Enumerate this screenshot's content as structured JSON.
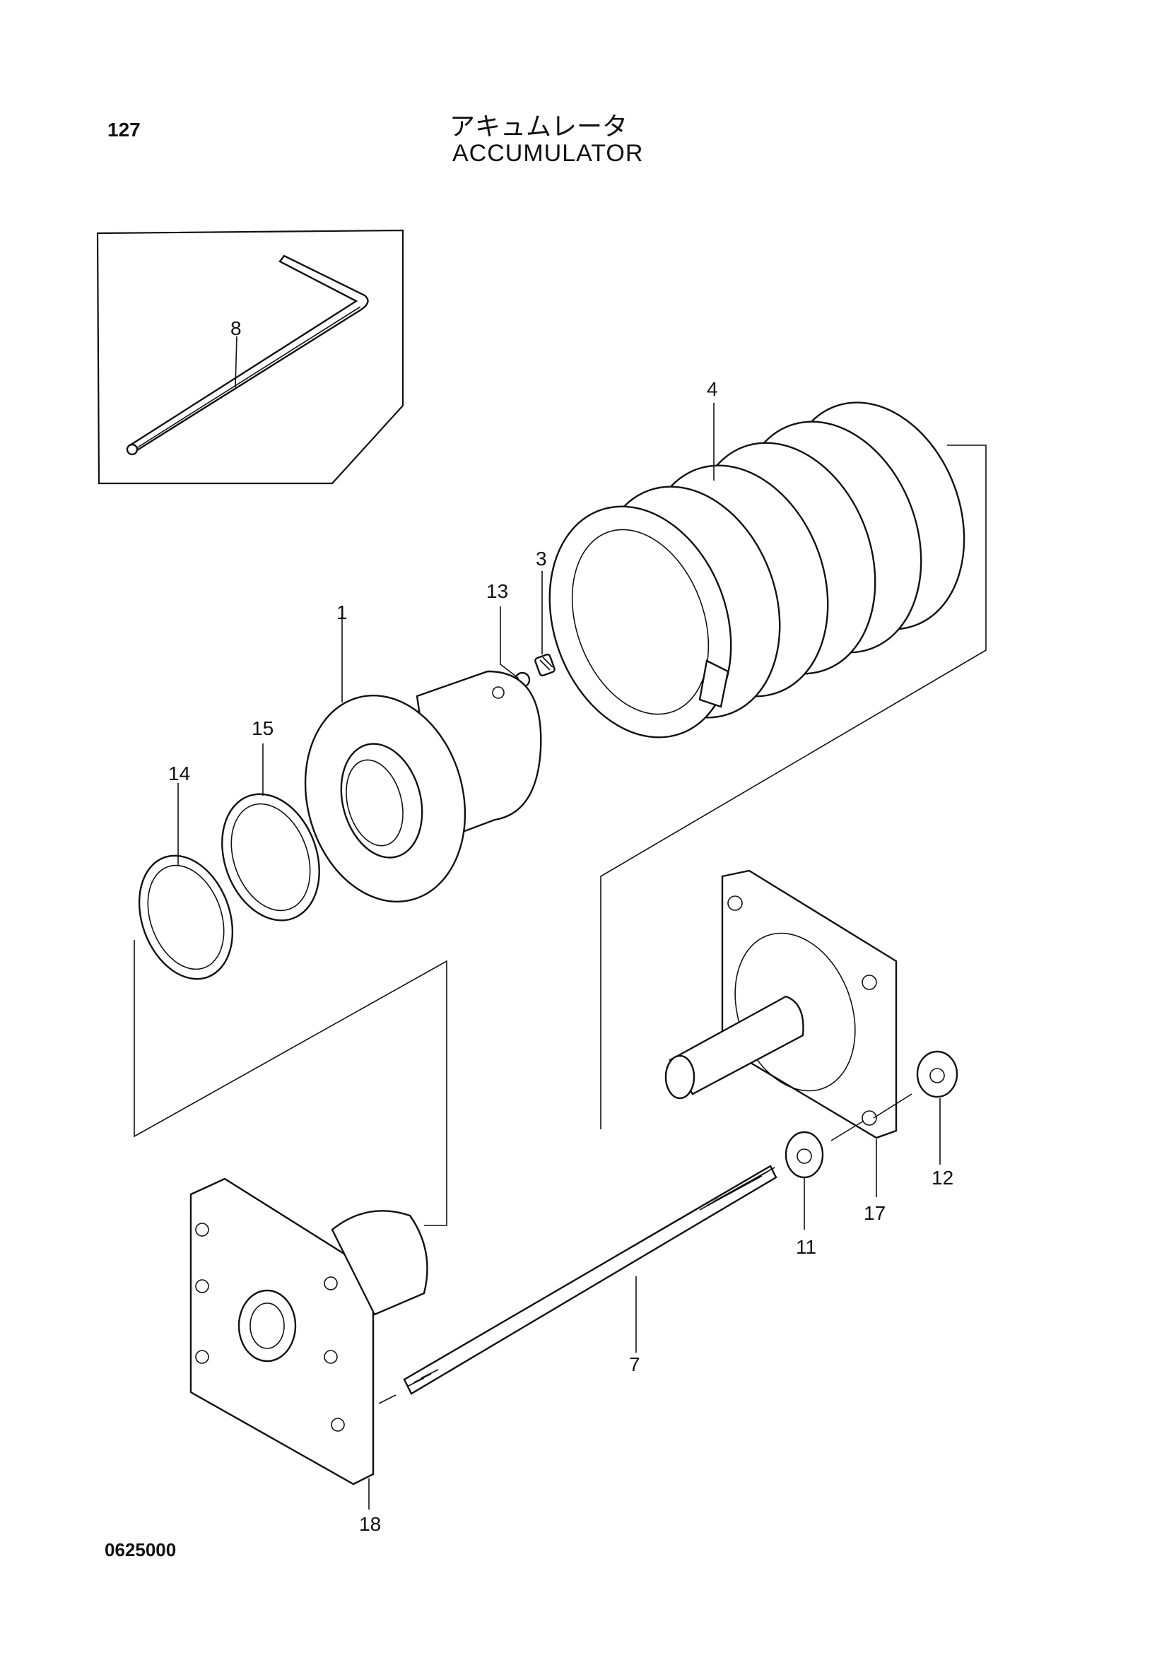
{
  "header": {
    "page_number": "127",
    "title_jp": "アキュムレータ",
    "title_en": "ACCUMULATOR"
  },
  "footer": {
    "drawing_code": "0625000"
  },
  "callouts": [
    "8",
    "4",
    "13",
    "3",
    "1",
    "15",
    "14",
    "12",
    "17",
    "11",
    "7",
    "18"
  ]
}
